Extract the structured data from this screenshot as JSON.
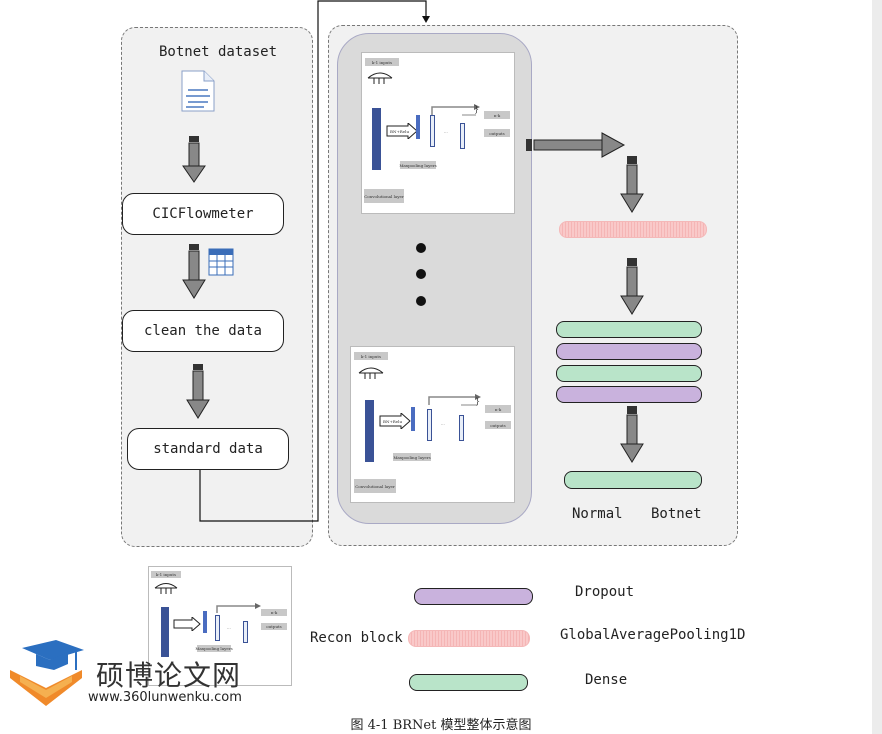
{
  "left_panel": {
    "dataset_label": "Botnet dataset",
    "step1": "CICFlowmeter",
    "step2": "clean the data",
    "step3": "standard data"
  },
  "recon_block_mini": {
    "input_label": "k-1 inputs",
    "bn_relu": "BN+Relu",
    "ellipsis": "...",
    "nk": "n-k",
    "outputs": "outputs",
    "maxpool": "Maxpooling layers",
    "conv": "Convolutional layer"
  },
  "right_panel": {
    "class_normal": "Normal",
    "class_botnet": "Botnet"
  },
  "legend": {
    "recon_block": "Recon block",
    "dropout": "Dropout",
    "gap": "GlobalAveragePooling1D",
    "dense": "Dense"
  },
  "colors": {
    "dropout": "#c9b2dd",
    "gap": "#f9c9c9",
    "dense": "#b9e4c9",
    "conv_bar": "#3a5296",
    "pool_bar": "#4a6cc0"
  },
  "watermark": {
    "name": "硕博论文网",
    "url": "www.360lunwenku.com"
  },
  "caption": "图 4-1 BRNet 模型整体示意图"
}
